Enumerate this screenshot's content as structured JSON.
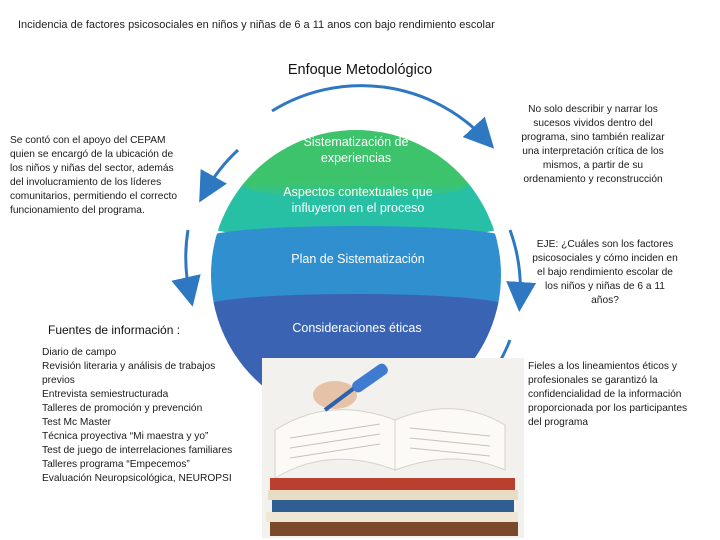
{
  "header": {
    "title": "Incidencia de factores psicosociales en niños y niñas de 6 a 11 anos con bajo rendimiento escolar"
  },
  "main_title": "Enfoque Metodológico",
  "layers": {
    "top": "Sistematización de experiencias",
    "second": "Aspectos contextuales que influyeron en el proceso",
    "third": "Plan de Sistematización",
    "fourth": "Consideraciones éticas"
  },
  "left_text": "Se contó con el apoyo del CEPAM quien se encargó de la ubicación de los niños y niñas del sector, además del involucramiento de los líderes comunitarios, permitiendo el correcto funcionamiento del programa.",
  "right_top_text": "No solo describir y narrar los sucesos vividos dentro del programa, sino también realizar una interpretación crítica de los mismos, a partir de su ordenamiento y reconstrucción",
  "right_mid_text": "EJE: ¿Cuáles son los factores psicosociales y cómo inciden en el bajo rendimiento escolar de los niños y niñas de 6 a 11 años?",
  "right_bottom_text": "Fieles a los lineamientos éticos y profesionales se garantizó la confidencialidad de la información proporcionada por los participantes del programa",
  "fuentes": {
    "title": "Fuentes de información :",
    "items": [
      "Diario de campo",
      "Revisión literaria y análisis de trabajos",
      "previos",
      "Entrevista semiestructurada",
      "Talleres de promoción y prevención",
      "Test Mc Master",
      "Técnica proyectiva “Mi maestra y yo”",
      "Test de juego de interrelaciones familiares",
      "Talleres programa “Empecemos”",
      "Evaluación Neuropsicológica, NEUROPSI"
    ]
  },
  "colors": {
    "layer_top": "#3cc36b",
    "layer_second": "#28c0a4",
    "layer_third": "#2f8fcf",
    "layer_fourth": "#3b63b4",
    "arrows": "#2e78c2"
  },
  "icons": {
    "photo": "books-and-pen-photo",
    "arrows": "circular-arrows-icon"
  }
}
